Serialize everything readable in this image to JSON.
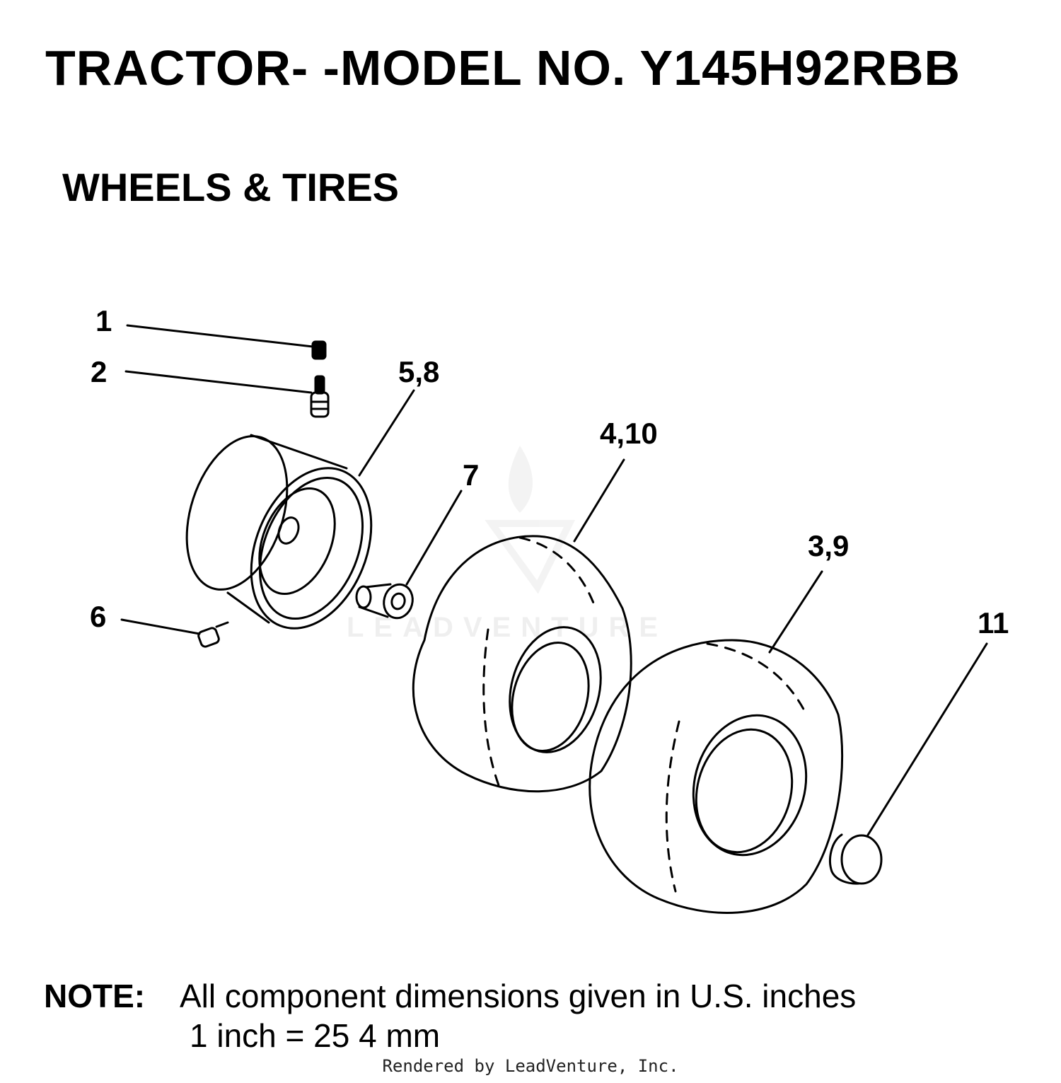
{
  "header": {
    "title": "TRACTOR- -MODEL NO. Y145H92RBB",
    "subtitle": "WHEELS & TIRES"
  },
  "callouts": {
    "c1": "1",
    "c2": "2",
    "c58": "5,8",
    "c7": "7",
    "c410": "4,10",
    "c39": "3,9",
    "c6": "6",
    "c11": "11"
  },
  "watermark": {
    "text": "LEADVENTURE"
  },
  "note": {
    "label": "NOTE:",
    "line1": "All component dimensions given in U.S. inches",
    "line2": "1 inch = 25 4 mm"
  },
  "footer": {
    "credit": "Rendered by LeadVenture, Inc."
  }
}
